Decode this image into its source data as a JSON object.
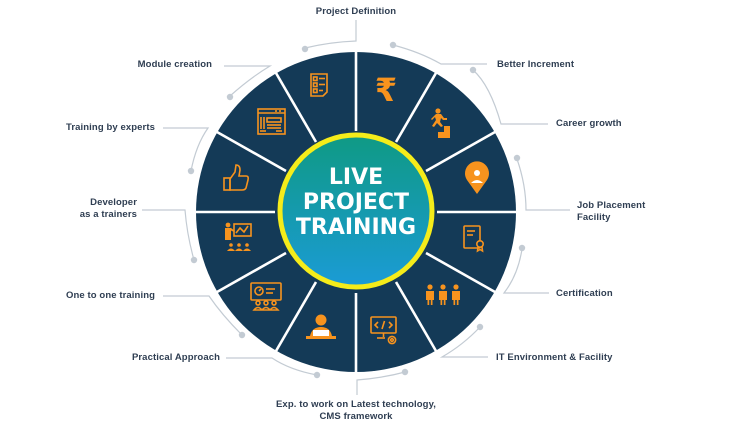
{
  "title": {
    "line1": "LIVE",
    "line2": "PROJECT",
    "line3": "TRAINING"
  },
  "colors": {
    "wheel": "#143a57",
    "divider": "#ffffff",
    "icon": "#f7931e",
    "ring": "#f5ec1a",
    "gradient_top": "#0f9a84",
    "gradient_bottom": "#1b9bd6",
    "connector": "#c3cbd3",
    "label_text": "#2f3e52"
  },
  "segments": [
    {
      "id": "project-definition",
      "label": "Project Definition",
      "icon": "checklist-document-icon"
    },
    {
      "id": "better-increment",
      "label": "Better Increment",
      "icon": "rupee-icon"
    },
    {
      "id": "career-growth",
      "label": "Career growth",
      "icon": "stairs-runner-icon"
    },
    {
      "id": "job-placement",
      "label_line1": "Job Placement",
      "label_line2": "Facility",
      "icon": "location-pin-person-icon"
    },
    {
      "id": "certification",
      "label": "Certification",
      "icon": "certificate-icon"
    },
    {
      "id": "it-environment",
      "label": "IT Environment & Facility",
      "icon": "team-people-icon"
    },
    {
      "id": "latest-technology",
      "label_line1": "Exp. to work on Latest technology,",
      "label_line2": "CMS framework",
      "icon": "code-monitor-gear-icon"
    },
    {
      "id": "practical-approach",
      "label": "Practical Approach",
      "icon": "person-at-desk-icon"
    },
    {
      "id": "one-to-one",
      "label": "One to one training",
      "icon": "presentation-board-audience-icon"
    },
    {
      "id": "developer-trainers",
      "label_line1": "Developer",
      "label_line2": "as a trainers",
      "icon": "trainer-presenting-icon"
    },
    {
      "id": "training-experts",
      "label": "Training by experts",
      "icon": "thumbs-up-icon"
    },
    {
      "id": "module-creation",
      "label": "Module creation",
      "icon": "browser-layout-icon"
    }
  ]
}
